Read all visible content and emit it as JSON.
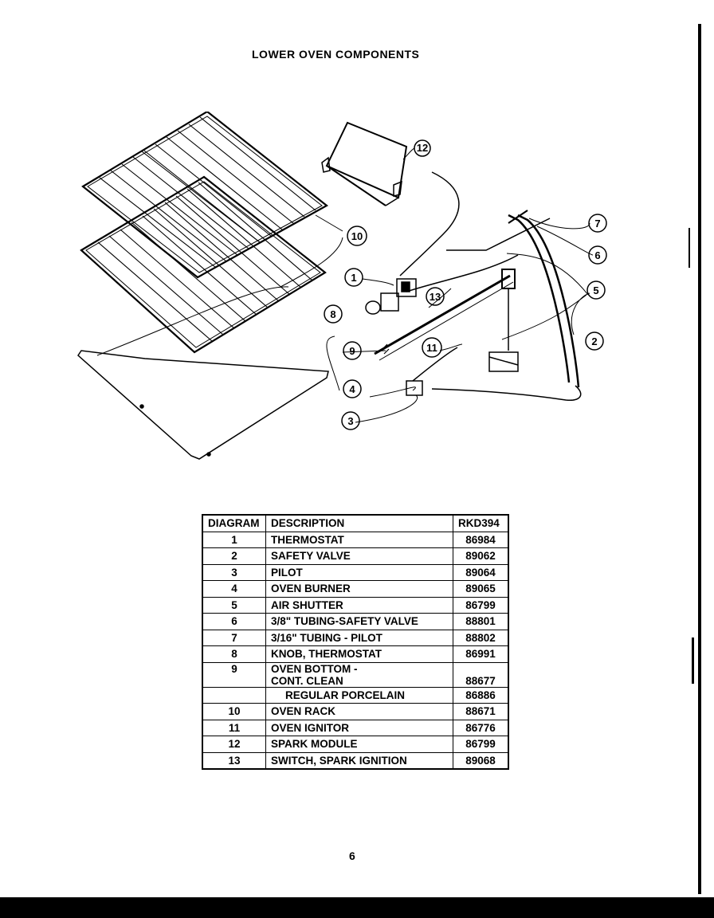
{
  "page": {
    "title": "LOWER OVEN COMPONENTS",
    "page_number": "6"
  },
  "diagram": {
    "callouts": [
      "1",
      "2",
      "3",
      "4",
      "5",
      "6",
      "7",
      "8",
      "9",
      "10",
      "11",
      "12",
      "13"
    ]
  },
  "table": {
    "headers": [
      "DIAGRAM",
      "DESCRIPTION",
      "RKD394"
    ],
    "rows": [
      {
        "diagram": "1",
        "description": "THERMOSTAT",
        "part": "86984"
      },
      {
        "diagram": "2",
        "description": "SAFETY VALVE",
        "part": "89062"
      },
      {
        "diagram": "3",
        "description": "PILOT",
        "part": "89064"
      },
      {
        "diagram": "4",
        "description": "OVEN BURNER",
        "part": "89065"
      },
      {
        "diagram": "5",
        "description": "AIR SHUTTER",
        "part": "86799"
      },
      {
        "diagram": "6",
        "description": "3/8\" TUBING-SAFETY VALVE",
        "part": "88801"
      },
      {
        "diagram": "7",
        "description": "3/16\" TUBING - PILOT",
        "part": "88802"
      },
      {
        "diagram": "8",
        "description": "KNOB, THERMOSTAT",
        "part": "86991"
      },
      {
        "diagram": "9",
        "description": "OVEN BOTTOM -",
        "description2": "CONT. CLEAN",
        "part": "88677"
      },
      {
        "diagram": "",
        "description": "REGULAR PORCELAIN",
        "part": "86886"
      },
      {
        "diagram": "10",
        "description": "OVEN RACK",
        "part": "88671"
      },
      {
        "diagram": "11",
        "description": "OVEN IGNITOR",
        "part": "86776"
      },
      {
        "diagram": "12",
        "description": "SPARK MODULE",
        "part": "86799"
      },
      {
        "diagram": "13",
        "description": "SWITCH, SPARK IGNITION",
        "part": "89068"
      }
    ]
  }
}
